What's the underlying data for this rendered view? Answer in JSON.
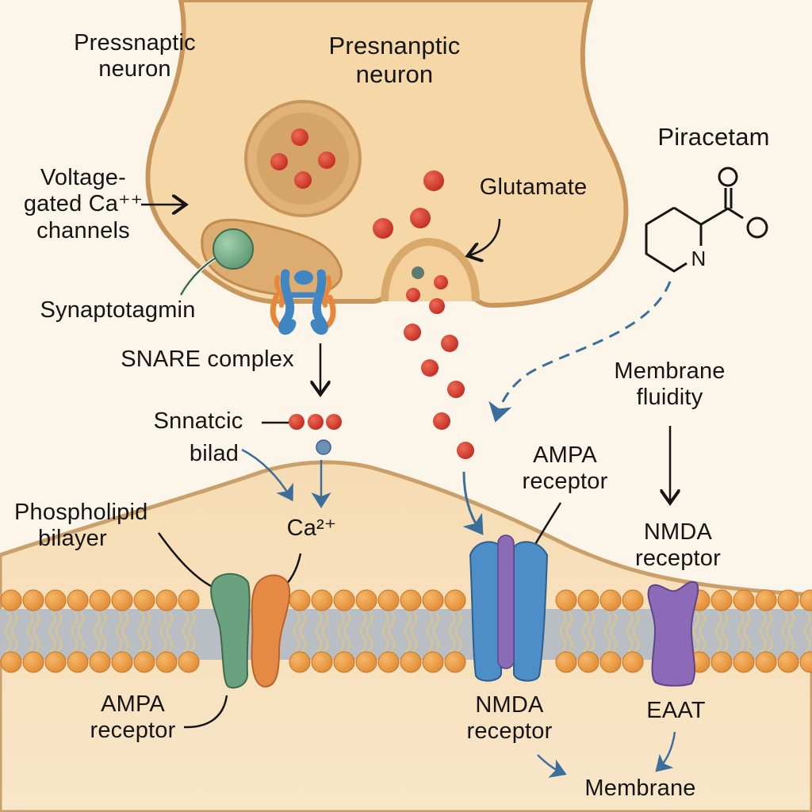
{
  "title": "Synaptic transmission and Piracetam effects",
  "colors": {
    "background": "#fbf5ea",
    "neuron_fill": "#f5d9ad",
    "neuron_outline": "#c8955a",
    "vesicle_fill": "#d9a86c",
    "glutamate": "#d23a2c",
    "calcium_ion": "#6b8fb5",
    "arrow_blue": "#3c6e9c",
    "snare_blue": "#3f86c2",
    "snare_orange": "#e8873c",
    "synaptotagmin_green": "#6fa883",
    "ampa_green": "#6aa17f",
    "channel_orange": "#e58a45",
    "nmda_blue": "#4d8ec8",
    "nmda_purple_core": "#8a6bb4",
    "eaat_purple": "#8d6ab8",
    "lipid_head": "#eea04b",
    "lipid_core": "#b9bec4"
  },
  "labels": {
    "presynaptic_left": [
      "Pressnaptic",
      "neuron"
    ],
    "presynaptic_center": [
      "Presnanptic",
      "neuron"
    ],
    "voltage_gated": [
      "Voltage-",
      "gated Ca⁺⁺",
      "channels"
    ],
    "synaptotagmin": "Synaptotagmin",
    "snare_complex": "SNARE complex",
    "glutamate": "Glutamate",
    "piracetam": "Piracetam",
    "synaptic_cleft": [
      "Snnatcic",
      "bilad"
    ],
    "phospholipid_bilayer": [
      "Phospholipid",
      "bilayer"
    ],
    "calcium": "Ca²⁺",
    "ampa_upper": [
      "AMPA",
      "receptor"
    ],
    "membrane_fluidity": [
      "Membrane",
      "fluidity"
    ],
    "nmda_upper": [
      "NMDA",
      "receptor"
    ],
    "ampa_lower": [
      "AMPA",
      "receptor"
    ],
    "nmda_lower": [
      "NMDA",
      "receptor"
    ],
    "eaat": "EAAT",
    "membrane": "Membrane"
  },
  "molecule": {
    "name": "Piracetam",
    "atoms": [
      "N",
      "O",
      "O"
    ]
  }
}
